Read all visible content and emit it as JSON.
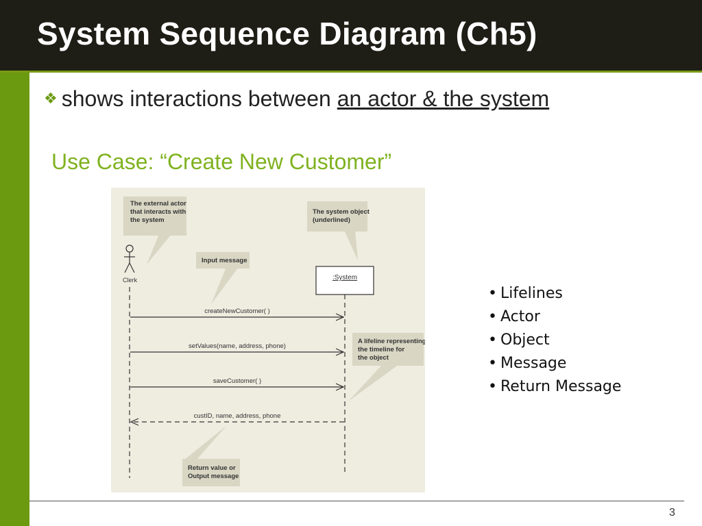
{
  "slide": {
    "title": "System Sequence Diagram (Ch5)",
    "bullet_prefix": "shows interactions between ",
    "bullet_underlined": "an actor & the system",
    "use_case": "Use Case: “Create New Customer”",
    "page_number": "3"
  },
  "diagram": {
    "actor_label": "Clerk",
    "system_label": ":System",
    "callouts": {
      "external_actor": [
        "The external actor",
        "that interacts with",
        "the system"
      ],
      "system_object": [
        "The system object",
        "(underlined)"
      ],
      "input_message": [
        "Input message"
      ],
      "lifeline": [
        "A lifeline representing",
        "the timeline for",
        "the object"
      ],
      "return_value": [
        "Return value or",
        "Output message"
      ]
    },
    "messages": [
      {
        "label": "createNewCustomer( )",
        "type": "call"
      },
      {
        "label": "setValues(name, address, phone)",
        "type": "call"
      },
      {
        "label": "saveCustomer( )",
        "type": "call"
      },
      {
        "label": "custID, name, address, phone",
        "type": "return"
      }
    ]
  },
  "key_terms": [
    "Lifelines",
    "Actor",
    "Object",
    "Message",
    "Return Message"
  ],
  "colors": {
    "title_bg": "#1e1e16",
    "accent_green": "#6b9a10",
    "use_case_green": "#7fb21f",
    "diagram_bg": "#efece0",
    "callout_fill": "#d9d6c4"
  }
}
